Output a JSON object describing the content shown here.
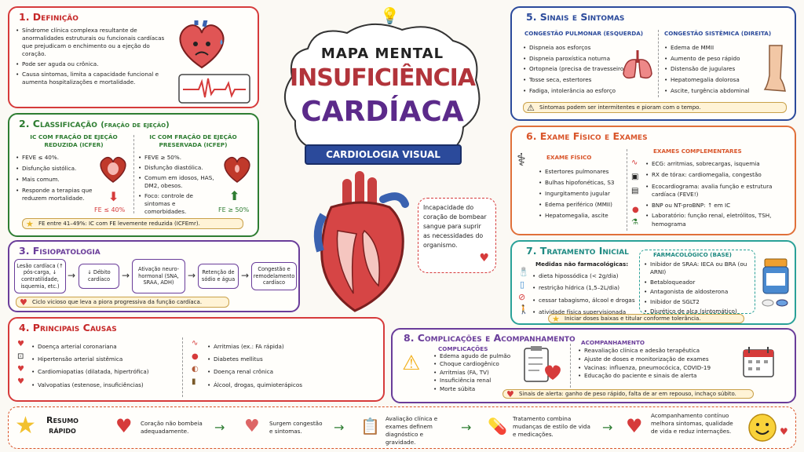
{
  "title": {
    "top": "MAPA MENTAL",
    "main1": "INSUFICIÊNCIA",
    "main2": "CARDÍACA",
    "ribbon": "CARDIOLOGIA VISUAL"
  },
  "center_caption": [
    "Incapacidade do",
    "coração de bombear",
    "sangue para suprir",
    "as necessidades do",
    "organismo."
  ],
  "s1": {
    "title": "1. Definição",
    "items": [
      "Síndrome clínica complexa resultante de anormalidades estruturais ou funcionais cardíacas que prejudicam o enchimento ou a ejeção do coração.",
      "Pode ser aguda ou crônica.",
      "Causa sintomas, limita a capacidade funcional e aumenta hospitalizações e mortalidade."
    ]
  },
  "s2": {
    "title": "2. Classificação",
    "subtitle": "(fração de ejeção)",
    "left": {
      "head1": "IC com fração de ejeção",
      "head2": "reduzida (ICFER)",
      "items": [
        "FEVE ≤ 40%.",
        "Disfunção sistólica.",
        "Mais comum.",
        "Responde a terapias que reduzem mortalidade."
      ],
      "tag": "FE ≤ 40%"
    },
    "right": {
      "head1": "IC com fração de ejeção",
      "head2": "preservada (ICFEP)",
      "items": [
        "FEVE ≥ 50%.",
        "Disfunção diastólica.",
        "Comum em idosos, HAS, DM2, obesos.",
        "Foco: controle de sintomas e comorbidades."
      ],
      "tag": "FE ≥ 50%"
    },
    "note": "FE entre 41–49%: IC com FE levemente reduzida (ICFEmr)."
  },
  "s3": {
    "title": "3. Fisiopatologia",
    "steps": [
      "Lesão cardíaca (↑ pós-carga, ↓ contratilidade, isquemia, etc.)",
      "↓ Débito cardíaco",
      "Ativação neuro-hormonal (SNA, SRAA, ADH)",
      "Retenção de sódio e água",
      "Congestão e remodelamento cardíaco"
    ],
    "note": "Ciclo vicioso que leva a piora progressiva da função cardíaca."
  },
  "s4": {
    "title": "4. Principais Causas",
    "left": [
      "Doença arterial coronariana",
      "Hipertensão arterial sistêmica",
      "Cardiomiopatias (dilatada, hipertrófica)",
      "Valvopatias (estenose, insuficiências)"
    ],
    "right": [
      "Arritmias (ex.: FA rápida)",
      "Diabetes mellitus",
      "Doença renal crônica",
      "Álcool, drogas, quimioterápicos"
    ]
  },
  "s5": {
    "title": "5. Sinais e Sintomas",
    "left_head": "Congestão pulmonar (esquerda)",
    "left": [
      "Dispneia aos esforços",
      "Dispneia paroxística noturna",
      "Ortopneia (precisa de travesseiros)",
      "Tosse seca, estertores",
      "Fadiga, intolerância ao esforço"
    ],
    "right_head": "Congestão sistêmica (direita)",
    "right": [
      "Edema de MMII",
      "Aumento de peso rápido",
      "Distensão de jugulares",
      "Hepatomegalia dolorosa",
      "Ascite, turgência abdominal"
    ],
    "note": "Sintomas podem ser intermitentes e pioram com o tempo."
  },
  "s6": {
    "title": "6. Exame Físico e Exames",
    "left_head": "Exame físico",
    "left": [
      "Estertores pulmonares",
      "Bulhas hipofonéticas, S3",
      "Ingurgitamento jugular",
      "Edema periférico (MMII)",
      "Hepatomegalia, ascite"
    ],
    "right_head": "Exames complementares",
    "right": [
      "ECG: arritmias, sobrecargas, isquemia",
      "RX de tórax: cardiomegalia, congestão",
      "Ecocardiograma: avalia função e estrutura cardíaca (FEVE!)",
      "BNP ou NT-proBNP: ↑ em IC",
      "Laboratório: função renal, eletrólitos, TSH, hemograma"
    ]
  },
  "s7": {
    "title": "7. Tratamento Inicial",
    "left_head": "Medidas não farmacológicas:",
    "left": [
      "dieta hipossódica (< 2g/dia)",
      "restrição hídrica (1,5–2L/dia)",
      "cessar tabagismo, álcool e drogas",
      "atividade física supervisionada"
    ],
    "right_head": "Farmacológico (base)",
    "right": [
      "Inibidor de SRAA: IECA ou BRA (ou ARNI)",
      "Betabloqueador",
      "Antagonista de aldosterona",
      "Inibidor de SGLT2",
      "Diurético de alça (sintomático)"
    ],
    "note": "Iniciar doses baixas e titular conforme tolerância."
  },
  "s8": {
    "title": "8. Complicações e Acompanhamento",
    "left_head": "Complicações",
    "left": [
      "Edema agudo de pulmão",
      "Choque cardiogênico",
      "Arritmias (FA, TV)",
      "Insuficiência renal",
      "Morte súbita"
    ],
    "right_head": "Acompanhamento",
    "right": [
      "Reavaliação clínica e adesão terapêutica",
      "Ajuste de doses e monitorização de exames",
      "Vacinas: influenza, pneumocócica, COVID-19",
      "Educação do paciente e sinais de alerta"
    ],
    "note": "Sinais de alerta: ganho de peso rápido, falta de ar em repouso, inchaço súbito."
  },
  "resumo": {
    "title1": "Resumo",
    "title2": "rápido",
    "steps": [
      "Coração não bombeia adequadamente.",
      "Surgem congestão e sintomas.",
      "Avaliação clínica e exames definem diagnóstico e gravidade.",
      "Tratamento combina mudanças de estilo de vida e medicações.",
      "Acompanhamento contínuo melhora sintomas, qualidade de vida e reduz internações."
    ]
  },
  "colors": {
    "red": "#d63b3b",
    "green": "#2e7d32",
    "purple": "#6a3d9a",
    "blue": "#2b4a9b",
    "orange": "#e0703a",
    "teal": "#2aa198",
    "darkred": "#b2343b"
  }
}
